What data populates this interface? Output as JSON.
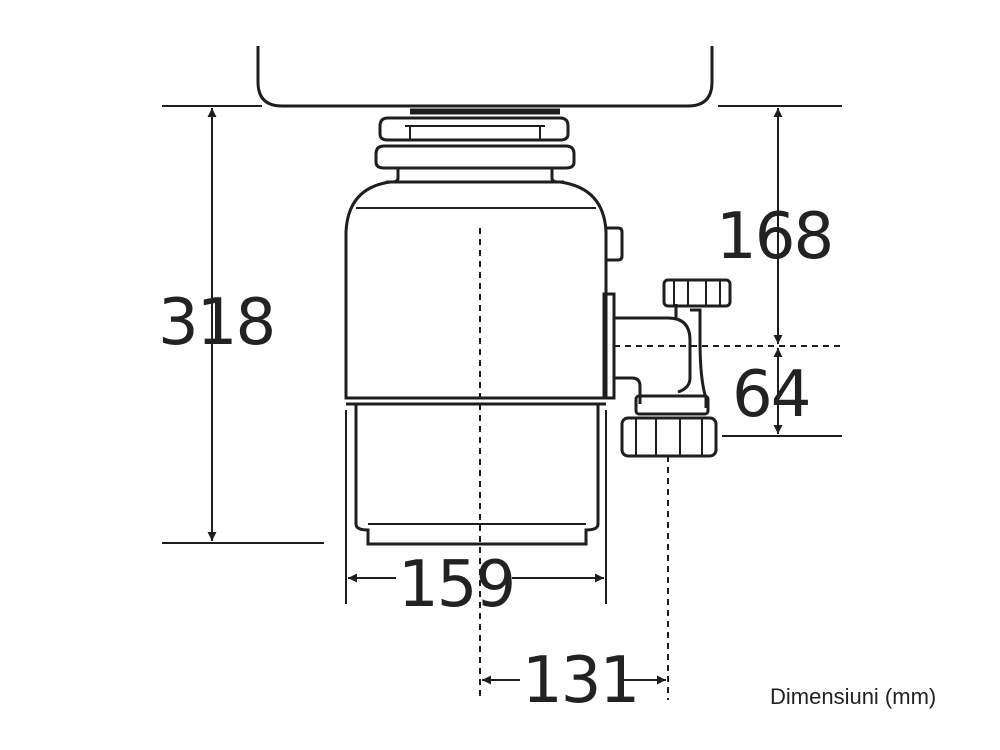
{
  "dimensions": {
    "total_height": "318",
    "upper_height": "168",
    "outlet_height": "64",
    "body_width": "159",
    "outlet_offset": "131"
  },
  "caption": "Dimensiuni (mm)",
  "colors": {
    "stroke": "#1e1e1e",
    "background": "#ffffff"
  },
  "icons": [
    "arrowhead-icon"
  ]
}
